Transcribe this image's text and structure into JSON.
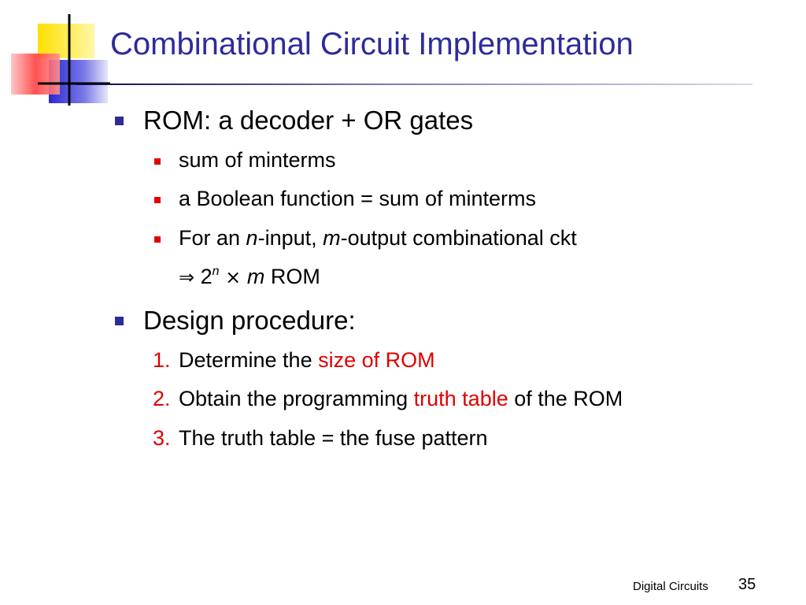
{
  "slide": {
    "title": "Combinational Circuit Implementation",
    "bullets": [
      {
        "text": "ROM:  a decoder + OR gates",
        "sub": [
          {
            "text": "sum of minterms"
          },
          {
            "text": "a Boolean function = sum of minterms"
          },
          {
            "parts": [
              "For an ",
              "n",
              "-input, ",
              "m",
              "-output combinational ckt"
            ],
            "continuation": {
              "arrow": "⇒",
              "base": " 2",
              "exponent": "n",
              "times": " × ",
              "m": "m",
              "rest": " ROM"
            }
          }
        ]
      },
      {
        "text": "Design procedure:",
        "steps": [
          {
            "num": "1.",
            "pre": "Determine the ",
            "highlight": "size of ROM",
            "post": ""
          },
          {
            "num": "2.",
            "pre": "Obtain the programming ",
            "highlight": "truth table",
            "post": " of the ROM"
          },
          {
            "num": "3.",
            "pre": "The truth table = the fuse pattern",
            "highlight": "",
            "post": ""
          }
        ]
      }
    ]
  },
  "footer": {
    "label": "Digital Circuits",
    "page": "35"
  },
  "colors": {
    "title": "#2c2c9b",
    "bullet_l1": "#2c2c9b",
    "bullet_l2": "#e00000",
    "highlight": "#e00000",
    "logo_yellow": "#ffd700",
    "logo_blue": "#2a2ad2",
    "logo_red": "#ff2020"
  },
  "icons": {
    "logo": "colored-squares-logo",
    "bullet_l1": "square-bullet",
    "bullet_l2": "square-bullet",
    "implies": "double-right-arrow",
    "times": "multiplication-sign"
  }
}
